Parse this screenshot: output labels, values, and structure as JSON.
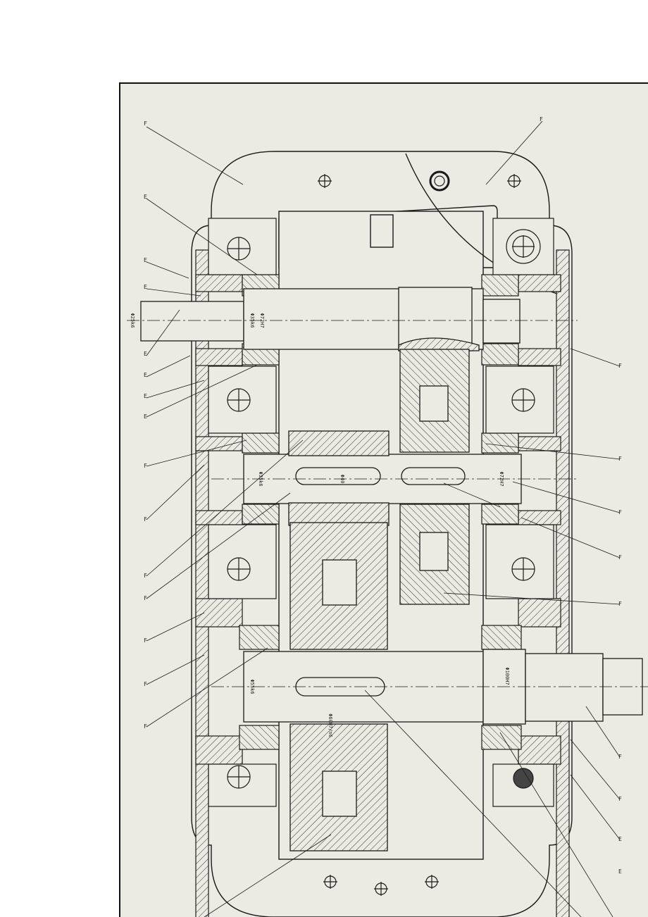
{
  "sheet": {
    "background": "#ecebe3",
    "ink": "#1a1a1a",
    "hatch": "#333333"
  },
  "dimensions": {
    "input_shaft_end": "Φ25k6",
    "input_bearing_bore": "Φ72H7",
    "input_shaft_seat": "Φ35k6",
    "mid_left_seat": "Φ35k6",
    "mid_gear_fit": "Φ40",
    "mid_right_bearing": "Φ72H7",
    "output_left_seat": "Φ55k6",
    "output_gear_fit": "Φ60H7/n6",
    "output_right_bearing": "Φ100H7"
  },
  "leaders": {
    "left": [
      "F",
      "E",
      "E",
      "E",
      "E",
      "E",
      "E",
      "E",
      "F",
      "F",
      "F",
      "F",
      "F",
      "F",
      "F"
    ],
    "right_top": [
      "F"
    ],
    "right": [
      "F",
      "F",
      "F",
      "F",
      "F",
      "F",
      "F",
      "E",
      "E"
    ]
  }
}
